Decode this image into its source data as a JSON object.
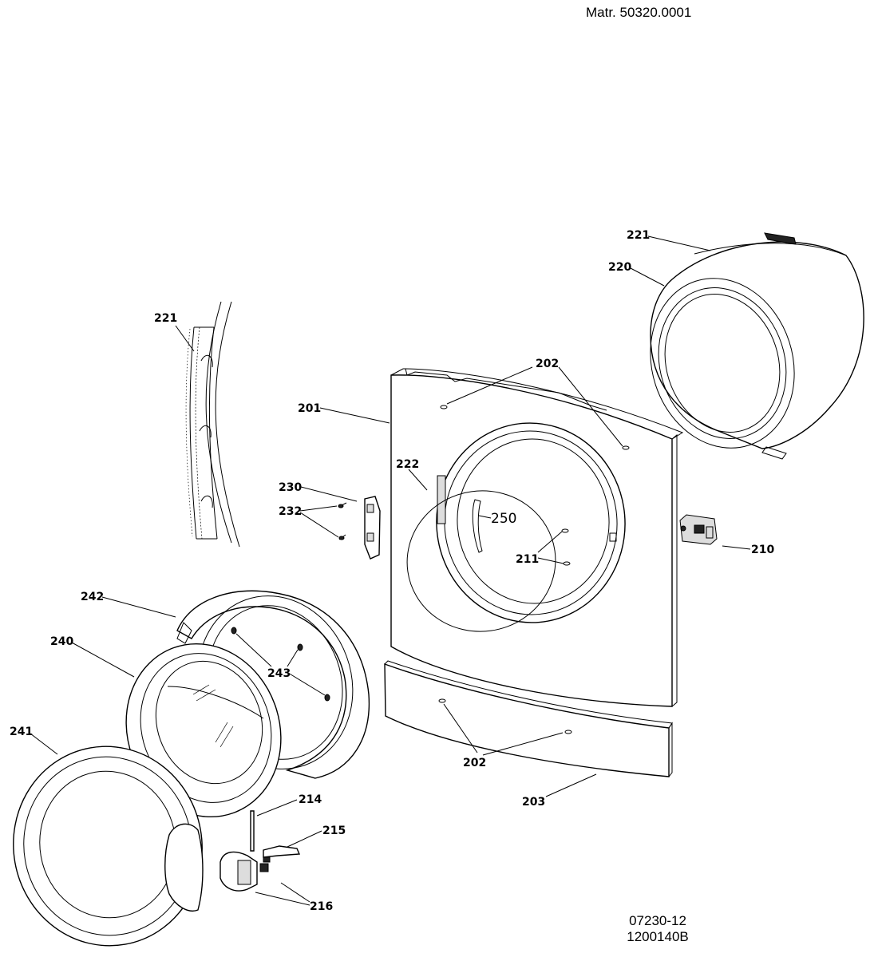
{
  "header": {
    "material_number": "Matr. 50320.0001"
  },
  "footer": {
    "drawing_code": "07230-12",
    "drawing_ref": "1200140B"
  },
  "callouts": {
    "c201": "201",
    "c202_top": "202",
    "c202_bottom": "202",
    "c203": "203",
    "c210": "210",
    "c211": "211",
    "c214": "214",
    "c215": "215",
    "c216": "216",
    "c220": "220",
    "c221_right": "221",
    "c221_left": "221",
    "c222": "222",
    "c230": "230",
    "c232": "232",
    "c240": "240",
    "c241": "241",
    "c242": "242",
    "c243": "243",
    "c250": "250"
  }
}
